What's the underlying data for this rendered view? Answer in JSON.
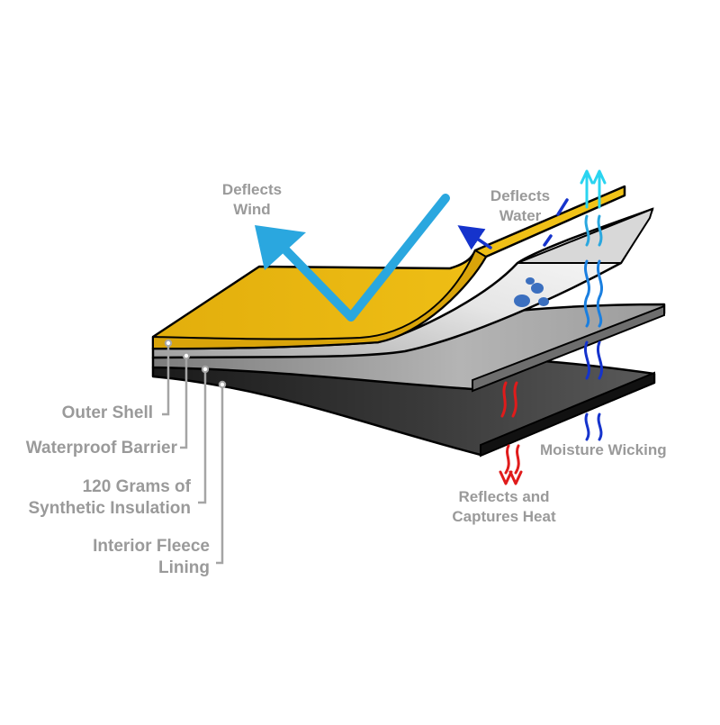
{
  "labels": {
    "deflects_wind": [
      "Deflects",
      "Wind"
    ],
    "deflects_water": [
      "Deflects",
      "Water"
    ],
    "moisture_wicking": "Moisture Wicking",
    "reflects_heat": [
      "Reflects and",
      "Captures Heat"
    ],
    "outer_shell": "Outer Shell",
    "waterproof_barrier": "Waterproof Barrier",
    "insulation": [
      "120 Grams of",
      "Synthetic Insulation"
    ],
    "fleece": [
      "Interior Fleece",
      "Lining"
    ]
  },
  "colors": {
    "outer_shell": "#e8b610",
    "waterproof_barrier": "#eeeeee",
    "insulation": "#9a9a9a",
    "fleece": "#2a2a2a",
    "wind_arrow": "#2aa7df",
    "water_arrow": "#1533cc",
    "vapor_arrow": "#2ad4f0",
    "heat_arrow": "#e01b1b",
    "label_text": "#9a9a9a"
  },
  "icons": [
    "wind-deflect-arrow",
    "water-deflect-arrow",
    "moisture-wicking-arrow",
    "heat-reflect-arrow",
    "water-droplets-icon"
  ]
}
